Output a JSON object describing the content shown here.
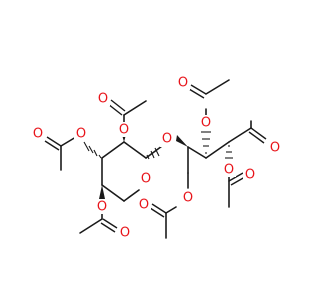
{
  "molecule": {
    "atom_color": "#e8141a",
    "bond_color": "#1a1a1a",
    "atoms": [
      {
        "id": "o_ring",
        "label": "O"
      },
      {
        "id": "o_glyc",
        "label": "O"
      },
      {
        "id": "o_c2_ester",
        "label": "O"
      },
      {
        "id": "o_c2_carbonyl",
        "label": "O"
      },
      {
        "id": "o_c3_ester",
        "label": "O"
      },
      {
        "id": "o_c3_carbonyl",
        "label": "O"
      },
      {
        "id": "o_c4_ester",
        "label": "O"
      },
      {
        "id": "o_c4_carbonyl",
        "label": "O"
      },
      {
        "id": "o_a3_ester",
        "label": "O"
      },
      {
        "id": "o_a3_carbonyl",
        "label": "O"
      },
      {
        "id": "o_aldehyde",
        "label": "O"
      },
      {
        "id": "o_a2_ester",
        "label": "O"
      },
      {
        "id": "o_a2_carbonyl",
        "label": "O"
      },
      {
        "id": "o_a5_ester",
        "label": "O"
      },
      {
        "id": "o_a5_carbonyl",
        "label": "O"
      }
    ]
  }
}
